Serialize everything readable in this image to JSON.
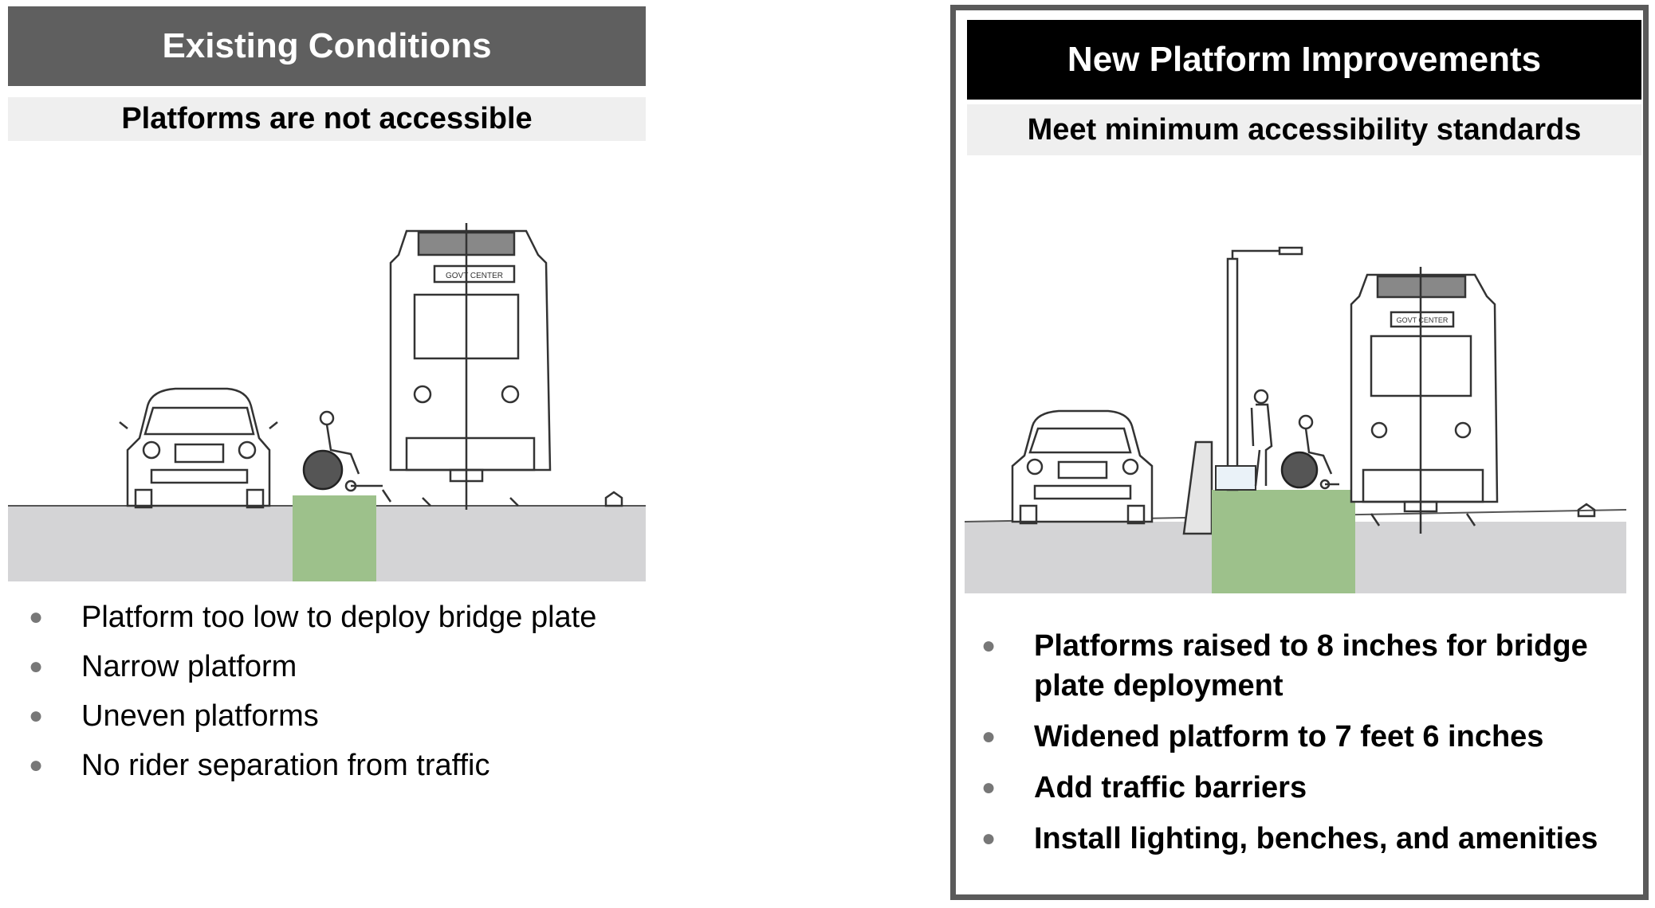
{
  "existing": {
    "title": "Existing Conditions",
    "subtitle": "Platforms are not accessible",
    "sign_text": "GOVT CENTER",
    "bullets": [
      "Platform too low to deploy bridge plate",
      "Narrow platform",
      "Uneven platforms",
      "No rider separation from traffic"
    ]
  },
  "improved": {
    "title": "New Platform Improvements",
    "subtitle": "Meet minimum accessibility standards",
    "sign_text": "GOVT CENTER",
    "bullets": [
      "Platforms raised to 8 inches for bridge plate deployment",
      "Widened platform to 7 feet 6 inches",
      "Add traffic barriers",
      "Install lighting, benches, and amenities"
    ]
  },
  "colors": {
    "platform_green": "#9dc18b",
    "ground_gray": "#d4d4d6",
    "header_dark_gray": "#5f5f5f",
    "header_black": "#000000",
    "subheader_bg": "#efefef"
  }
}
